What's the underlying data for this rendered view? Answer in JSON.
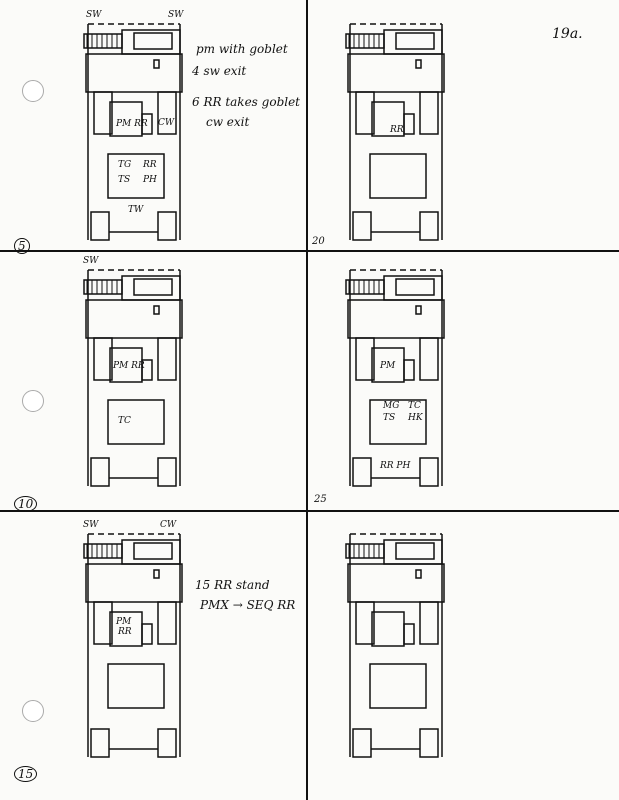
{
  "page_label": "19a.",
  "panels": [
    {
      "number": "5",
      "circled": true,
      "notes": [
        "pm with goblet",
        "4 sw exit",
        "6 RR takes goblet",
        "cw exit"
      ],
      "labels": [
        "SW",
        "SW",
        "CW",
        "PM RR",
        "TG",
        "RR",
        "TS",
        "PH",
        "TW"
      ]
    },
    {
      "number": "20",
      "circled": false,
      "notes": [],
      "labels": [
        "RR"
      ]
    },
    {
      "number": "10",
      "circled": true,
      "notes": [],
      "labels": [
        "SW",
        "PM RR",
        "TC"
      ]
    },
    {
      "number": "25",
      "circled": false,
      "notes": [],
      "labels": [
        "PM",
        "MG",
        "TC",
        "TS",
        "HK",
        "RR PH"
      ]
    },
    {
      "number": "15",
      "circled": true,
      "notes": [
        "15 RR stand",
        "PMX → SEQ RR"
      ],
      "labels": [
        "SW",
        "CW",
        "PM",
        "RR"
      ]
    },
    {
      "number": "",
      "circled": false,
      "notes": [],
      "labels": []
    }
  ]
}
